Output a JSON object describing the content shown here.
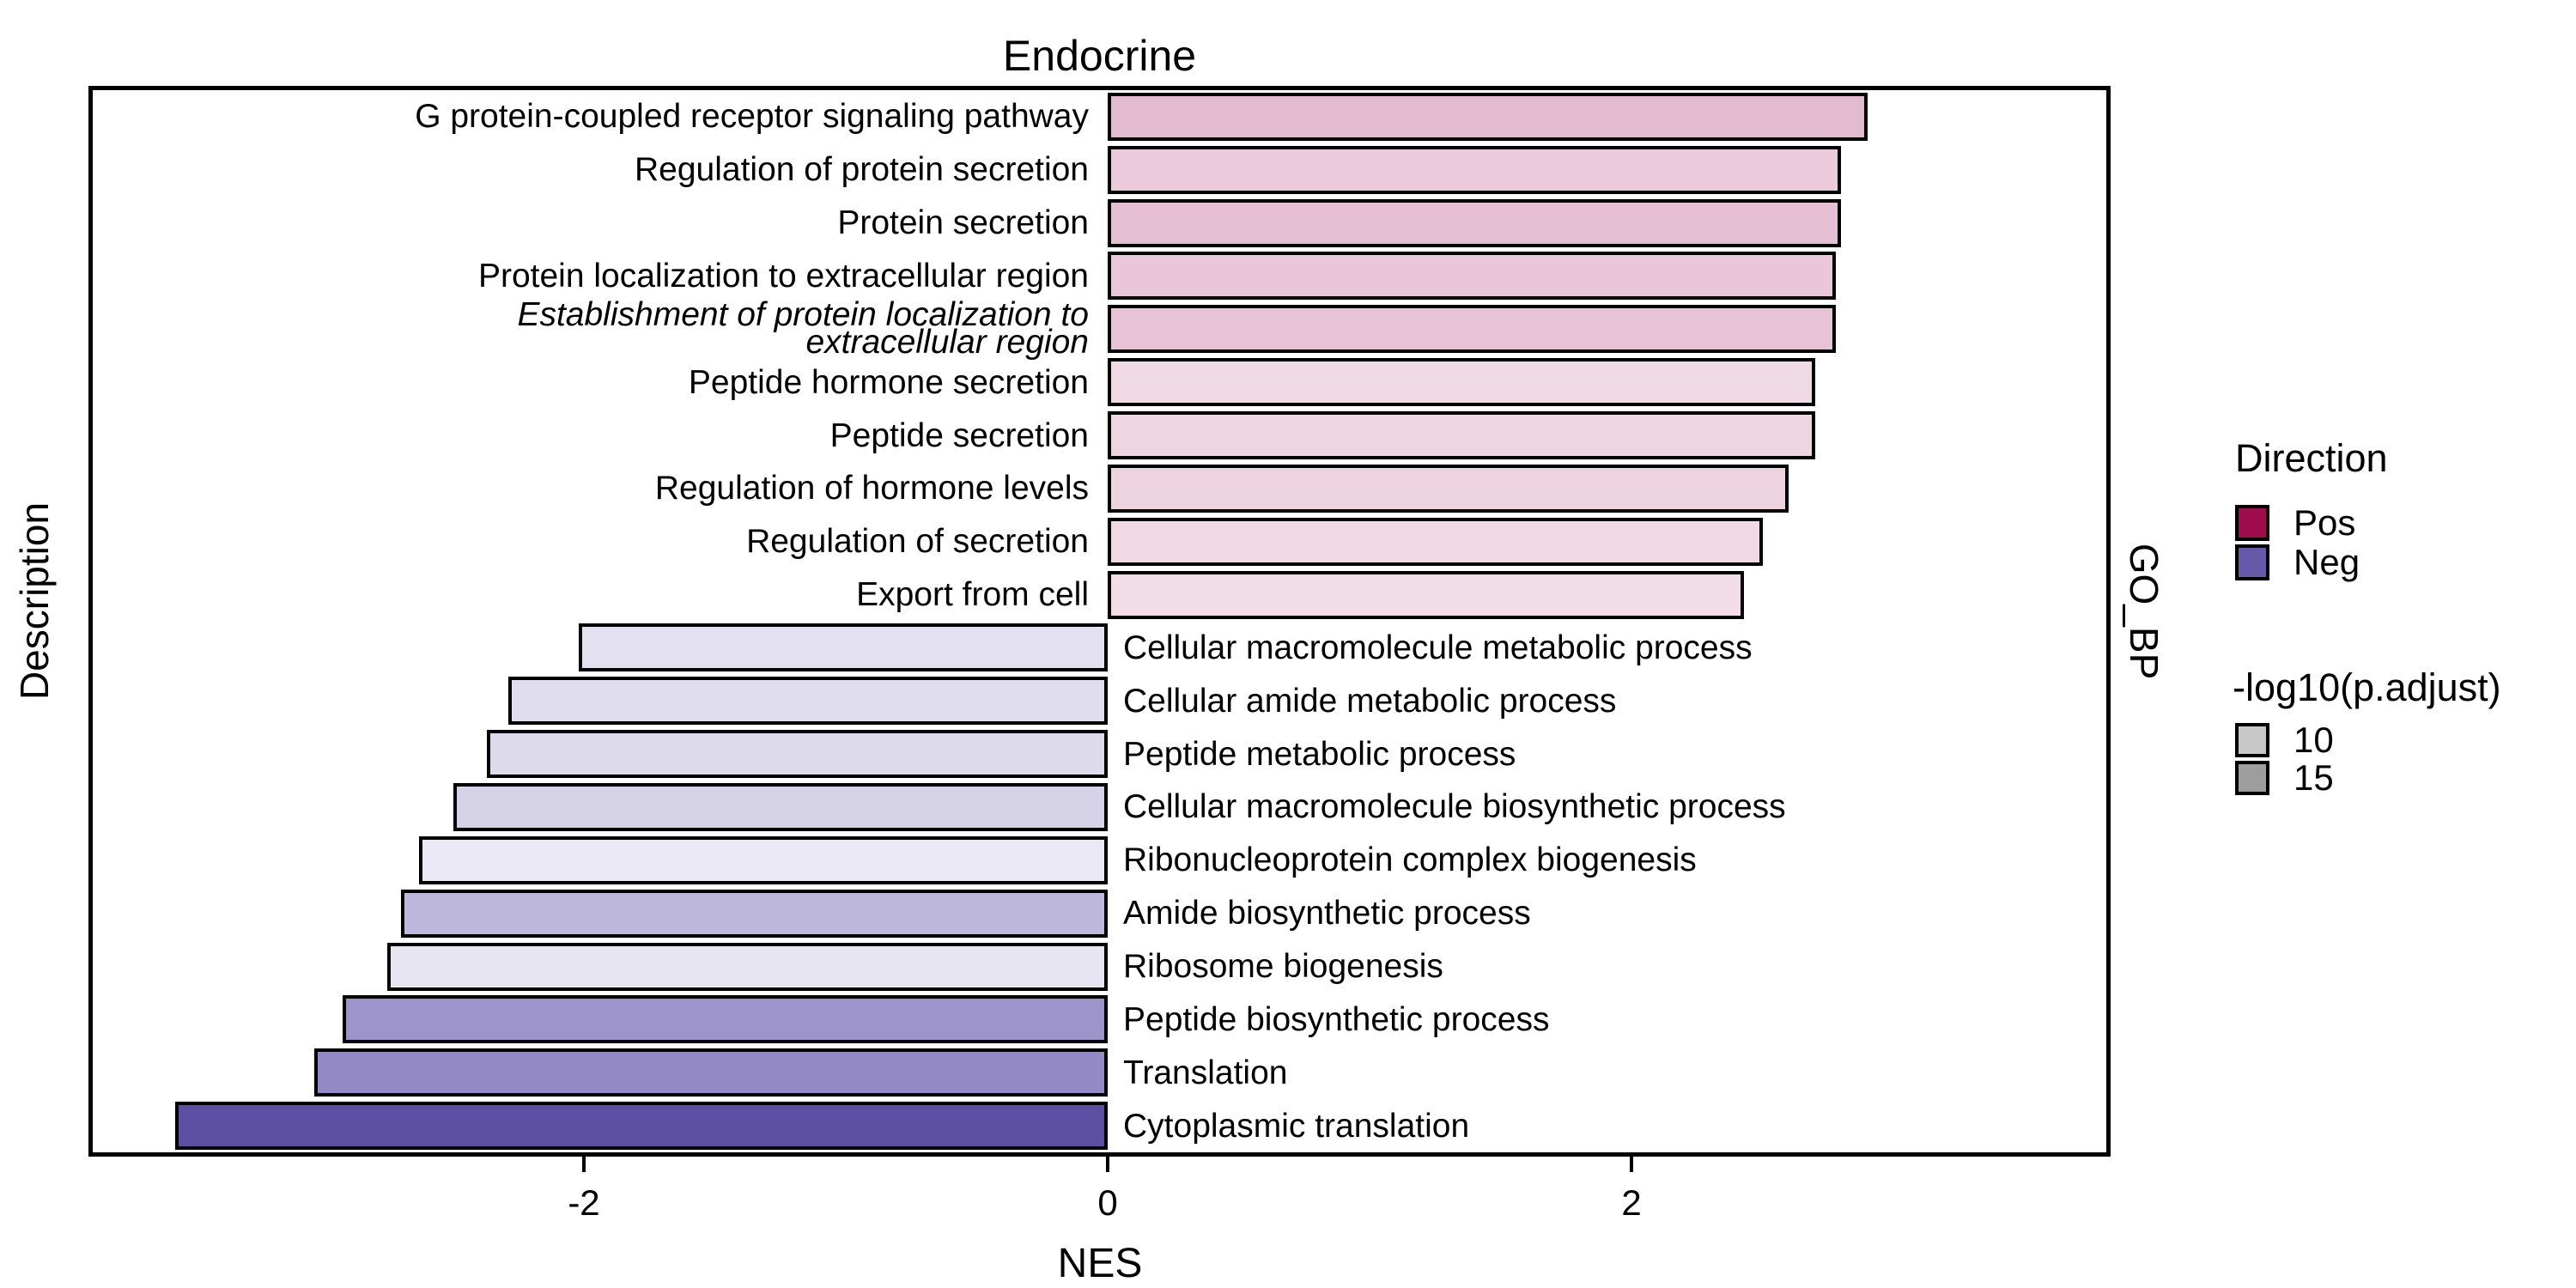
{
  "title": "Endocrine",
  "axes": {
    "x_title": "NES",
    "y_title_left": "Description",
    "y_title_right": "GO_BP",
    "x_ticks": [
      "-2",
      "0",
      "2"
    ],
    "x_tick_values": [
      -2,
      0,
      2
    ]
  },
  "legend": {
    "direction": {
      "title": "Direction",
      "items": [
        {
          "label": "Pos",
          "color": "#A00D4D"
        },
        {
          "label": "Neg",
          "color": "#6759A9"
        }
      ]
    },
    "significance": {
      "title": "-log10(p.adjust)",
      "items": [
        {
          "label": "10",
          "color": "#C8C8C8"
        },
        {
          "label": "15",
          "color": "#9D9D9D"
        }
      ]
    }
  },
  "chart_data": {
    "type": "bar",
    "orientation": "horizontal",
    "title": "Endocrine",
    "xlabel": "NES",
    "ylabel": "Description",
    "facet_label": "GO_BP",
    "xlim": [
      -3.9,
      3.85
    ],
    "grid": false,
    "legend_position": "right",
    "bars": [
      {
        "label": "G protein-coupled receptor signaling pathway",
        "nes": 2.9,
        "direction": "Pos",
        "fill": "#E2BBD1",
        "italic": false
      },
      {
        "label": "Regulation of protein secretion",
        "nes": 2.8,
        "direction": "Pos",
        "fill": "#EBCADC",
        "italic": false
      },
      {
        "label": "Protein secretion",
        "nes": 2.8,
        "direction": "Pos",
        "fill": "#E5C0D4",
        "italic": false
      },
      {
        "label": "Protein localization to extracellular region",
        "nes": 2.78,
        "direction": "Pos",
        "fill": "#E9C6D9",
        "italic": false
      },
      {
        "label": "Establishment of protein localization to\nextracellular region",
        "nes": 2.78,
        "direction": "Pos",
        "fill": "#E7C3D7",
        "italic": true
      },
      {
        "label": "Peptide hormone secretion",
        "nes": 2.7,
        "direction": "Pos",
        "fill": "#F0DAE6",
        "italic": false
      },
      {
        "label": "Peptide secretion",
        "nes": 2.7,
        "direction": "Pos",
        "fill": "#EED5E2",
        "italic": false
      },
      {
        "label": "Regulation of hormone levels",
        "nes": 2.6,
        "direction": "Pos",
        "fill": "#EDD2E0",
        "italic": false
      },
      {
        "label": "Regulation of secretion",
        "nes": 2.5,
        "direction": "Pos",
        "fill": "#F0D9E5",
        "italic": false
      },
      {
        "label": "Export from cell",
        "nes": 2.43,
        "direction": "Pos",
        "fill": "#F1DCE8",
        "italic": false
      },
      {
        "label": "Cellular macromolecule metabolic process",
        "nes": -2.02,
        "direction": "Neg",
        "fill": "#E3E1EF",
        "italic": false
      },
      {
        "label": "Cellular amide metabolic process",
        "nes": -2.29,
        "direction": "Neg",
        "fill": "#E0DDEE",
        "italic": false
      },
      {
        "label": "Peptide metabolic process",
        "nes": -2.37,
        "direction": "Neg",
        "fill": "#DDDAEB",
        "italic": false
      },
      {
        "label": "Cellular macromolecule biosynthetic process",
        "nes": -2.5,
        "direction": "Neg",
        "fill": "#D5D1E7",
        "italic": false
      },
      {
        "label": "Ribonucleoprotein complex biogenesis",
        "nes": -2.63,
        "direction": "Neg",
        "fill": "#EAE8F4",
        "italic": false
      },
      {
        "label": "Amide biosynthetic process",
        "nes": -2.7,
        "direction": "Neg",
        "fill": "#BFB8DD",
        "italic": false
      },
      {
        "label": "Ribosome biogenesis",
        "nes": -2.75,
        "direction": "Neg",
        "fill": "#E7E5F2",
        "italic": false
      },
      {
        "label": "Peptide biosynthetic process",
        "nes": -2.92,
        "direction": "Neg",
        "fill": "#9C94CB",
        "italic": false
      },
      {
        "label": "Translation",
        "nes": -3.03,
        "direction": "Neg",
        "fill": "#9289C6",
        "italic": false
      },
      {
        "label": "Cytoplasmic translation",
        "nes": -3.56,
        "direction": "Neg",
        "fill": "#5C4FA4",
        "italic": false
      }
    ]
  }
}
